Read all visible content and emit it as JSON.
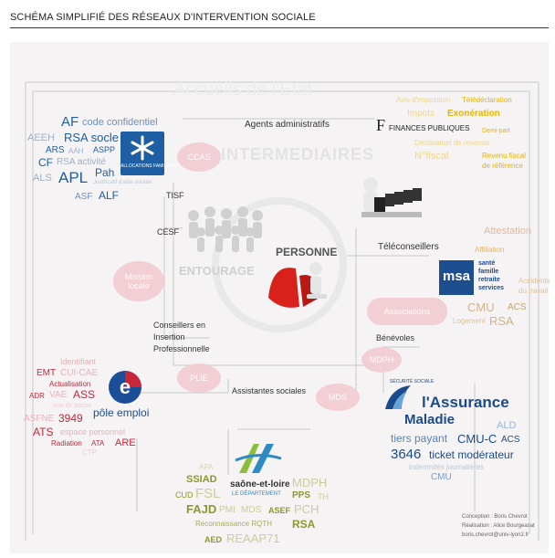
{
  "header": {
    "title": "SCHÉMA SIMPLIFIÉ DES RÉSEAUX D'INTERVENTION SOCIALE"
  },
  "diagram": {
    "center": "PERSONNE",
    "intermediaires": "INTERMEDIAIRES",
    "entourage": "ENTOURAGE",
    "faded_top": "Accueils de l'Etat",
    "agents_administratifs": "Agents administratifs",
    "teleconseillers": "Téléconseillers",
    "cesf": "CESF",
    "tisf": "TISF",
    "conseillers_insertion": [
      "Conseillers en",
      "Insertion",
      "Professionnelle"
    ],
    "assistantes_sociales": "Assistantes sociales",
    "benevoles": "Bénévoles",
    "blobs": {
      "ccas": "CCAS",
      "mission_locale": "Mission locale",
      "plie": "PLIE",
      "mds": "MDS",
      "mdph": "MDPH",
      "associations": "Associations"
    }
  },
  "caf": {
    "logo_text": "ALLOCATIONS FAMILIALES",
    "terms": {
      "af": "AF",
      "code": "code confidentiel",
      "aeeh": "AEEH",
      "rsa_socle": "RSA socle",
      "ars": "ARS",
      "aah": "AAH",
      "aspp": "ASPP",
      "cf": "CF",
      "rsa_activite": "RSA activité",
      "als": "ALS",
      "apl": "APL",
      "pah": "Pah",
      "sub": "Justificatif d'aide sociale",
      "asf": "ASF",
      "alf": "ALF"
    }
  },
  "finances": {
    "logo_text": "FINANCES PUBLIQUES",
    "terms": {
      "avis": "Avis d'imposition",
      "teledeclaration": "Télédéclaration",
      "impots": "Impots",
      "exoneration": "Exonération",
      "demipart": "Demi-part",
      "declaration": "Déclaration de revenus",
      "nfiscal": "N°fiscal",
      "revenu": "Revenu fiscal",
      "reference": "de référence"
    }
  },
  "msa": {
    "logo_letters": "msa",
    "logo_lines": [
      "santé",
      "famille",
      "retraite",
      "services"
    ],
    "terms": {
      "attestation": "Attestation",
      "affiliation": "Affiliation",
      "accidents": "Accidents",
      "travail": "du travail",
      "cmu": "CMU",
      "acs": "ACS",
      "logement": "Logement",
      "rsa": "RSA"
    }
  },
  "pole_emploi": {
    "logo_text": "pôle emploi",
    "terms": {
      "identifiant": "Identifiant",
      "emt": "EMT",
      "cui": "CUI-CAE",
      "actualisation": "Actualisation",
      "adr": "ADR",
      "vae": "VAE",
      "ass": "ASS",
      "asfne": "ASFNE",
      "n3949": "3949",
      "ats": "ATS",
      "espace": "espace personnel",
      "radiation": "Radiation",
      "ata": "ATA",
      "are": "ARE",
      "ctp": "CTP",
      "mot": "mot de passe"
    }
  },
  "assurance": {
    "logo_small": "SÉCURITÉ SOCIALE",
    "logo_main1": "l'Assurance",
    "logo_main2": "Maladie",
    "terms": {
      "ald": "ALD",
      "tiers": "tiers payant",
      "cmuc": "CMU-C",
      "acs": "ACS",
      "n3646": "3646",
      "ticket": "ticket modérateur",
      "indemnites": "indemnités journalières",
      "cmu": "CMU"
    }
  },
  "departement": {
    "logo_name": "saône-et-loire",
    "logo_sub": "LE DÉPARTEMENT",
    "terms": {
      "apa": "APA",
      "ssiad": "SSIAD",
      "cud": "CUD",
      "fsl": "FSL",
      "mdph": "MDPH",
      "pps": "PPS",
      "th": "TH",
      "fajd": "FAJD",
      "pmi": "PMI",
      "mds": "MDS",
      "asef": "ASEF",
      "pch": "PCH",
      "rqth": "Reconnaissance RQTH",
      "rsa": "RSA",
      "aed": "AED",
      "reaap": "REAAP71"
    }
  },
  "credits": [
    "Conception : Boris Chevrot",
    "Réalisation : Alice Bourgeasat",
    "boris.chevrot@univ-lyon2.fr"
  ],
  "colors": {
    "caf_blue": "#1e5fa3",
    "dep_green": "#8a9a2a",
    "fin_yellow": "#e8b400",
    "msa_blue": "#1d4e8f",
    "am_blue": "#1a4b8c",
    "pe_red": "#c9263a",
    "blob": "#f2c9cf",
    "center_red": "#d8211b"
  }
}
